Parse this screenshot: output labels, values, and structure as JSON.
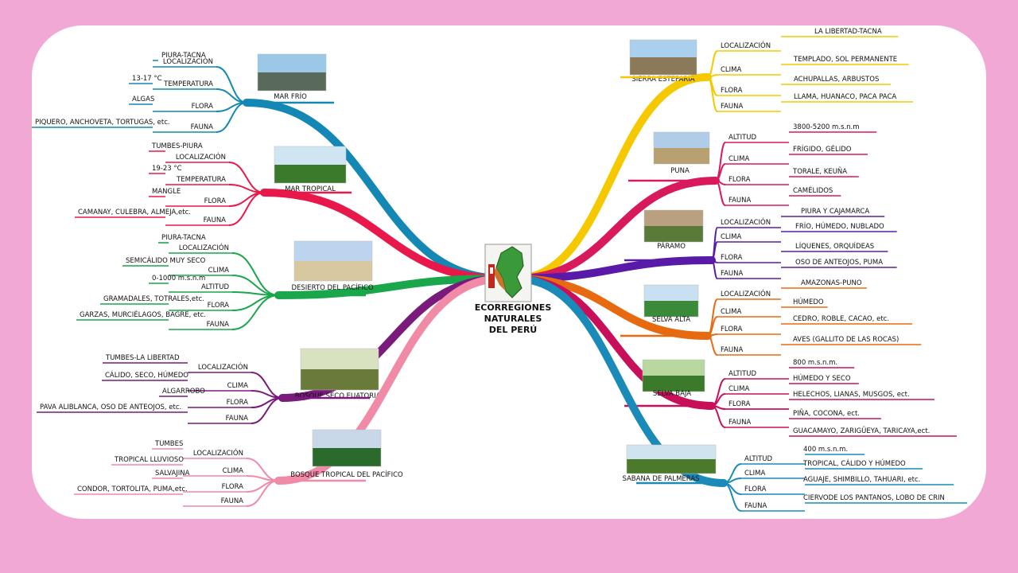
{
  "center": {
    "title_lines": [
      "ECORREGIONES",
      "NATURALES",
      "DEL PERÚ"
    ],
    "logo_icon": "peru-map-icon"
  },
  "branches": [
    {
      "id": "mar-frio",
      "side": "left",
      "title": "MAR FRÍO",
      "color": "#1488b4",
      "photo": "sea-photo",
      "items": [
        {
          "label": "LOCALIZACIÓN",
          "value": "PIURA-TACNA"
        },
        {
          "label": "TEMPERATURA",
          "value": "13-17 °C"
        },
        {
          "label": "FLORA",
          "value": "ALGAS"
        },
        {
          "label": "FAUNA",
          "value": "PIQUERO, ANCHOVETA, TORTUGAS, etc."
        }
      ]
    },
    {
      "id": "mar-tropical",
      "side": "left",
      "title": "MAR TROPICAL",
      "color": "#e8184a",
      "photo": "palm-beach-photo",
      "items": [
        {
          "label": "LOCALIZACIÓN",
          "value": "TUMBES-PIURA"
        },
        {
          "label": "TEMPERATURA",
          "value": "19-23 °C"
        },
        {
          "label": "FLORA",
          "value": "MANGLE"
        },
        {
          "label": "FAUNA",
          "value": "CAMANAY, CULEBRA, ALMEJA,etc."
        }
      ]
    },
    {
      "id": "desierto-pacifico",
      "side": "left",
      "title": "DESIERTO DEL PACÍFICO",
      "color": "#1aa64a",
      "photo": "desert-photo",
      "items": [
        {
          "label": "LOCALIZACIÓN",
          "value": "PIURA-TACNA"
        },
        {
          "label": "CLIMA",
          "value": "SEMICÁLIDO MUY SECO"
        },
        {
          "label": "ALTITUD",
          "value": "0-1000 m.s.n.m"
        },
        {
          "label": "FLORA",
          "value": "GRAMADALES, TOTRALES,etc."
        },
        {
          "label": "FAUNA",
          "value": "GARZAS, MURCIÉLAGOS, BAGRE, etc."
        }
      ]
    },
    {
      "id": "bosque-seco",
      "side": "left",
      "title": "BOSQUE SECO EUATORIAL",
      "color": "#7a1a7c",
      "photo": "dry-forest-photo",
      "items": [
        {
          "label": "LOCALIZACIÓN",
          "value": "TUMBES-LA LIBERTAD"
        },
        {
          "label": "CLIMA",
          "value": "CÁLIDO, SECO, HÚMEDO"
        },
        {
          "label": "FLORA",
          "value": "ALGARROBO"
        },
        {
          "label": "FAUNA",
          "value": "PAVA ALIBLANCA, OSO DE ANTEOJOS, etc."
        }
      ]
    },
    {
      "id": "bosque-tropical",
      "side": "left",
      "title": "BOSQUE TROPICAL DEL PACÍFICO",
      "color": "#f08aa6",
      "photo": "tropical-forest-photo",
      "items": [
        {
          "label": "LOCALIZACIÓN",
          "value": "TUMBES"
        },
        {
          "label": "CLIMA",
          "value": "TROPICAL LLUVIOSO"
        },
        {
          "label": "FLORA",
          "value": "SALVAJINA"
        },
        {
          "label": "FAUNA",
          "value": "CONDOR, TORTOLITA, PUMA,etc."
        }
      ]
    },
    {
      "id": "sierra-esteparia",
      "side": "right",
      "title": "SIERRA ESTEPARIA",
      "color": "#f5c800",
      "photo": "steppe-photo",
      "items": [
        {
          "label": "LOCALIZACIÓN",
          "value": "LA LIBERTAD-TACNA"
        },
        {
          "label": "CLIMA",
          "value": "TEMPLADO, SOL PERMANENTE"
        },
        {
          "label": "FLORA",
          "value": "ACHUPALLAS, ARBUSTOS"
        },
        {
          "label": "FAUNA",
          "value": "LLAMA, HUANACO, PACA PACA"
        }
      ]
    },
    {
      "id": "puna",
      "side": "right",
      "title": "PUNA",
      "color": "#d81a5c",
      "photo": "puna-photo",
      "items": [
        {
          "label": "ALTITUD",
          "value": "3800-5200 m.s.n.m"
        },
        {
          "label": "CLIMA",
          "value": "FRÍGIDO, GÉLIDO"
        },
        {
          "label": "FLORA",
          "value": "TORALE, KEUÑA"
        },
        {
          "label": "FAUNA",
          "value": "CAMÉLIDOS"
        }
      ]
    },
    {
      "id": "paramo",
      "side": "right",
      "title": "PÁRAMO",
      "color": "#5a1aa8",
      "photo": "paramo-photo",
      "items": [
        {
          "label": "LOCALIZACIÓN",
          "value": "PIURA Y CAJAMARCA"
        },
        {
          "label": "CLIMA",
          "value": "FRÍO, HÚMEDO, NUBLADO"
        },
        {
          "label": "FLORA",
          "value": "LÍQUENES, ORQUÍDEAS"
        },
        {
          "label": "FAUNA",
          "value": "OSO DE ANTEOJOS, PUMA"
        }
      ]
    },
    {
      "id": "selva-alta",
      "side": "right",
      "title": "SELVA ALTA",
      "color": "#e86a10",
      "photo": "high-jungle-photo",
      "items": [
        {
          "label": "LOCALIZACIÓN",
          "value": "AMAZONAS-PUNO"
        },
        {
          "label": "CLIMA",
          "value": "HÚMEDO"
        },
        {
          "label": "FLORA",
          "value": "CEDRO, ROBLE, CACAO, etc."
        },
        {
          "label": "FAUNA",
          "value": "AVES (GALLITO DE LAS ROCAS)"
        }
      ]
    },
    {
      "id": "selva-baja",
      "side": "right",
      "title": "SELVA BAJA",
      "color": "#c8105a",
      "photo": "low-jungle-photo",
      "items": [
        {
          "label": "ALTITUD",
          "value": "800 m.s.n.m."
        },
        {
          "label": "CLIMA",
          "value": "HÚMEDO Y SECO"
        },
        {
          "label": "FLORA",
          "value": "HELECHOS, LIANAS, MUSGOS, ect."
        },
        {
          "label": "",
          "value": "PIÑA, COCONA, ect."
        },
        {
          "label": "FAUNA",
          "value": "GUACAMAYO, ZARIGÜEYA, TARICAYA,ect."
        }
      ]
    },
    {
      "id": "sabana-palmeras",
      "side": "right",
      "title": "SABANA DE PALMERAS",
      "color": "#1a8ab8",
      "photo": "palm-savanna-photo",
      "items": [
        {
          "label": "ALTITUD",
          "value": "400 m.s.n.m."
        },
        {
          "label": "CLIMA",
          "value": "TROPICAL, CÁLIDO Y HÚMEDO"
        },
        {
          "label": "FLORA",
          "value": "AGUAJE, SHIMBILLO, TAHUARI, etc."
        },
        {
          "label": "FAUNA",
          "value": "CIERVODE LOS PANTANOS, LOBO DE CRIN"
        }
      ]
    }
  ]
}
